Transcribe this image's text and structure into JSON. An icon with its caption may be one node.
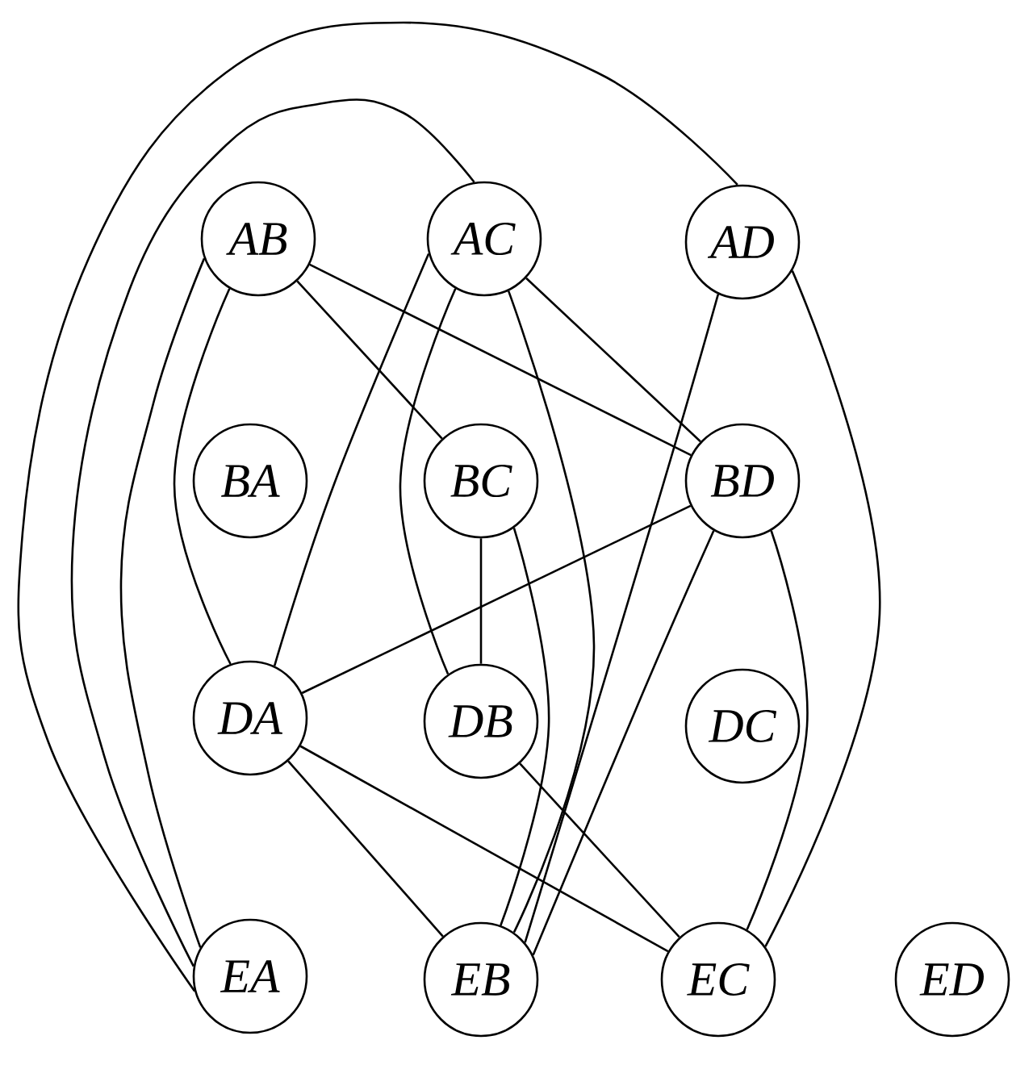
{
  "diagram": {
    "nodes": [
      {
        "text": [
          "AB"
        ]
      },
      {
        "text": [
          "AC"
        ]
      },
      {
        "text": [
          "AD"
        ]
      },
      {
        "text": [
          "BA"
        ]
      },
      {
        "text": [
          "BC"
        ]
      },
      {
        "text": [
          "BD"
        ]
      },
      {
        "text": [
          "DA"
        ]
      },
      {
        "text": [
          "DB"
        ]
      },
      {
        "text": [
          "DC"
        ]
      },
      {
        "text": [
          "EA"
        ]
      },
      {
        "text": [
          "EB"
        ]
      },
      {
        "text": [
          "EC"
        ]
      },
      {
        "text": [
          "ED"
        ]
      }
    ],
    "edges": [
      {
        "from": 2,
        "to": 9,
        "arrow": "none"
      },
      {
        "from": 1,
        "to": 9,
        "arrow": "none"
      },
      {
        "from": 0,
        "to": 9,
        "arrow": "none"
      },
      {
        "from": 0,
        "to": 6,
        "arrow": "none"
      },
      {
        "from": 0,
        "to": 4,
        "arrow": "none"
      },
      {
        "from": 0,
        "to": 5,
        "arrow": "none"
      },
      {
        "from": 1,
        "to": 6,
        "arrow": "none"
      },
      {
        "from": 1,
        "to": 7,
        "arrow": "none"
      },
      {
        "from": 1,
        "to": 10,
        "arrow": "none"
      },
      {
        "from": 1,
        "to": 5,
        "arrow": "none"
      },
      {
        "from": 2,
        "to": 10,
        "arrow": "none"
      },
      {
        "from": 2,
        "to": 11,
        "arrow": "none"
      },
      {
        "from": 4,
        "to": 7,
        "arrow": "none"
      },
      {
        "from": 4,
        "to": 10,
        "arrow": "none"
      },
      {
        "from": 5,
        "to": 6,
        "arrow": "none"
      },
      {
        "from": 5,
        "to": 10,
        "arrow": "none"
      },
      {
        "from": 5,
        "to": 11,
        "arrow": "none"
      },
      {
        "from": 6,
        "to": 10,
        "arrow": "none"
      },
      {
        "from": 6,
        "to": 11,
        "arrow": "none"
      },
      {
        "from": 7,
        "to": 11,
        "arrow": "none"
      }
    ]
  }
}
